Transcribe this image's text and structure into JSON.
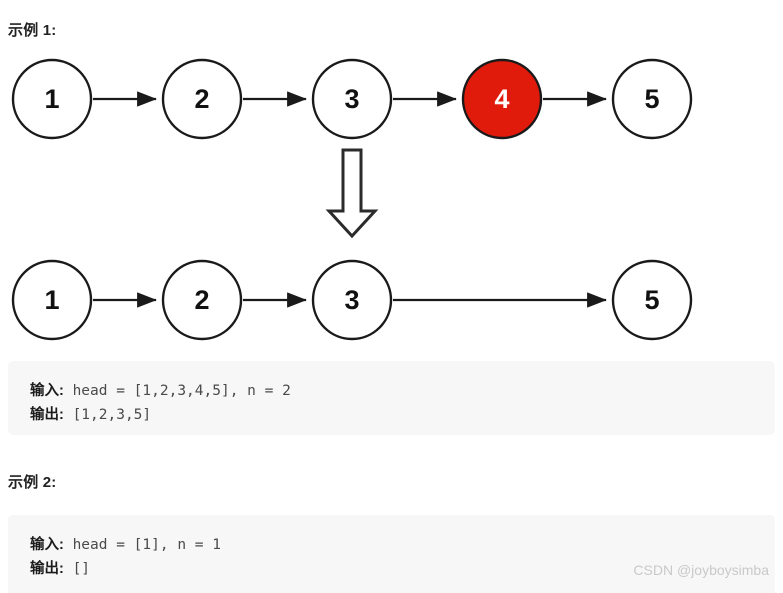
{
  "examples": [
    {
      "heading": "示例 1:",
      "input_label": "输入:",
      "input_value": " head = [1,2,3,4,5], n = 2",
      "output_label": "输出:",
      "output_value": " [1,2,3,5]"
    },
    {
      "heading": "示例 2:",
      "input_label": "输入:",
      "input_value": " head = [1], n = 1",
      "output_label": "输出:",
      "output_value": " []"
    }
  ],
  "diagram": {
    "before_list": {
      "nodes": [
        {
          "label": "1",
          "highlight": false
        },
        {
          "label": "2",
          "highlight": false
        },
        {
          "label": "3",
          "highlight": false
        },
        {
          "label": "4",
          "highlight": true
        },
        {
          "label": "5",
          "highlight": false
        }
      ]
    },
    "after_list": {
      "nodes": [
        {
          "label": "1",
          "highlight": false
        },
        {
          "label": "2",
          "highlight": false
        },
        {
          "label": "3",
          "highlight": false
        },
        {
          "label": "5",
          "highlight": false
        }
      ]
    },
    "transform_arrow": "down-arrow",
    "colors": {
      "node_stroke": "#1a1a1a",
      "node_fill": "#ffffff",
      "node_text": "#111111",
      "highlight_fill": "#e01b0c",
      "highlight_text": "#ffffff",
      "edge": "#1a1a1a"
    }
  },
  "watermark": "CSDN @joyboysimba"
}
